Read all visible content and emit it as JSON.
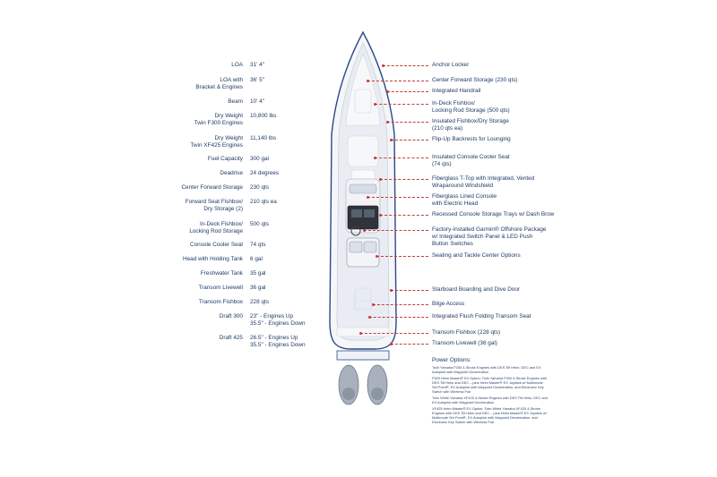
{
  "specifications": [
    {
      "label": "LOA",
      "value": "31' 4\""
    },
    {
      "label": "LOA with\nBracket & Engines",
      "value": "36' 5\""
    },
    {
      "label": "Beam",
      "value": "10' 4\""
    },
    {
      "label": "Dry Weight\nTwin F300 Engines",
      "value": "10,800 lbs"
    },
    {
      "label": "Dry Weight\nTwin XF425 Engines",
      "value": "11,140 lbs"
    },
    {
      "label": "Fuel Capacity",
      "value": "300 gal"
    },
    {
      "label": "Deadrise",
      "value": "24 degrees"
    },
    {
      "label": "Center Forward Storage",
      "value": "230 qts"
    },
    {
      "label": "Forward Seat Fishbox/\nDry Storage (2)",
      "value": "210 qts ea"
    },
    {
      "label": "In-Deck Fishbox/\nLocking Rod Storage",
      "value": "500 qts"
    },
    {
      "label": "Console Cooler Seat",
      "value": "74 qts"
    },
    {
      "label": "Head with Holding Tank",
      "value": "6 gal"
    },
    {
      "label": "Freshwater Tank",
      "value": "35 gal"
    },
    {
      "label": "Transom Livewell",
      "value": "36 gal"
    },
    {
      "label": "Transom Fishbox",
      "value": "228 qts"
    },
    {
      "label": "Draft 300",
      "value": "  23\" - Engines Up\n35.5\" - Engines Down"
    },
    {
      "label": "Draft 425",
      "value": "26.5\" - Engines Up\n35.5\" - Engines Down"
    }
  ],
  "callouts": [
    "Anchor Locker",
    "Center Forward Storage (230 qts)",
    "Integrated Handrail",
    "In-Deck Fishbox/\nLocking Rod Storage (500 qts)",
    "Insulated Fishbox/Dry Storage\n(210 qts ea)",
    "Flip-Up Backrests for Lounging",
    "Insulated Console Cooler Seat\n(74 qts)",
    "Fiberglass T-Top with Integrated, Vented\nWraparound Windshield",
    "Fiberglass Lined Console\nwith Electric Head",
    "Recessed Console Storage Trays w/ Dash Brow",
    "Factory-Installed Garmin® Offshore Package\nw/ Integrated Switch Panel & LED Push\nButton Switches",
    "Seating and Tackle Center Options",
    "Starboard Boarding and Dive Door",
    "Bilge Access",
    "Integrated Flush Folding Transom Seat",
    "Transom Fishbox (228 qts)",
    "Transom Livewell (36 gal)"
  ],
  "power_options": {
    "title": "Power Options:",
    "items": [
      "Twin Yamaha F300 4-Stroke Engines with DES Tilt Helm, DEC and EX Autopilot with Waypoint Deceleration",
      "F300 Helm Master® EX Option: Twin Yamaha F300 4-Stroke Engines with DES Tilt Helm and DEC – plus Helm Master® EX Joystick w/ Multimode Set Point®, EX Autopilot with Waypoint Deceleration, and Electronic Key Switch with Wireless Fob",
      "Twin White Yamaha XF425 4-Stroke Engines with DES Tilt Helm, DEC and EX Autopilot with Waypoint Deceleration",
      "XF425 Helm Master® EX Option: Twin White Yamaha XF425 4-Stroke Engines with DES Tilt Helm and DEC – plus Helm Master® EX Joystick w/ Multimode Set Point®, EX Autopilot with Waypoint Deceleration, and Electronic Key Switch with Wireless Fob"
    ]
  },
  "colors": {
    "hull_outline": "#2b4a86",
    "deck": "#eef1f5",
    "leader": "#c53a3a",
    "engine": "#a9b1bd",
    "text": "#1f3b66"
  }
}
